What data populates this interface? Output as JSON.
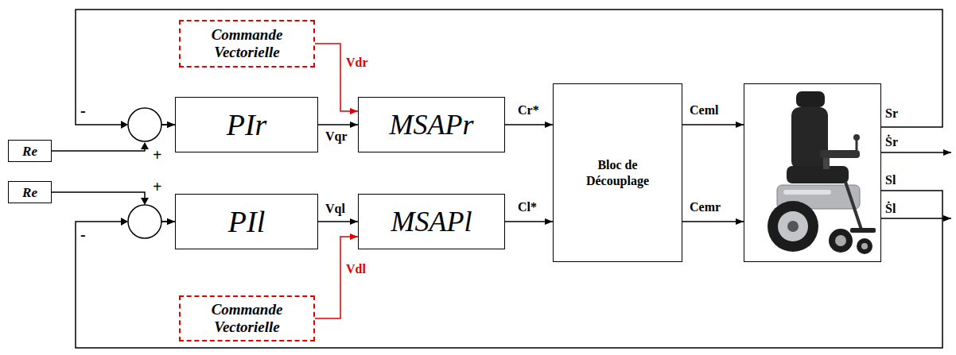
{
  "diagram": {
    "nodes": [
      {
        "text": [
          "Commande Vectorielle"
        ]
      },
      {
        "text": [
          "Re"
        ]
      },
      {
        "text": [
          "PIr"
        ]
      },
      {
        "text": [
          "MSAPr"
        ]
      },
      {
        "text": [
          "Bloc de Découplage"
        ]
      },
      {
        "text": [
          "Sr",
          "Ṡr",
          "Sl",
          "Ṡl"
        ]
      },
      {
        "text": [
          "Re"
        ]
      },
      {
        "text": [
          "PIl"
        ]
      },
      {
        "text": [
          "MSAPl"
        ]
      },
      {
        "text": [
          "Commande Vectorielle"
        ]
      }
    ],
    "edges": [
      {
        "from": 1,
        "to": 2,
        "arrow": "to"
      },
      {
        "from": 5,
        "to": 2,
        "arrow": "to"
      },
      {
        "from": 2,
        "to": 3,
        "arrow": "to",
        "label": "Vqr"
      },
      {
        "from": 0,
        "to": 3,
        "arrow": "to",
        "label": "Vdr"
      },
      {
        "from": 3,
        "to": 4,
        "arrow": "to",
        "label": "Cr*"
      },
      {
        "from": 4,
        "to": 5,
        "arrow": "to",
        "label": "Ceml"
      },
      {
        "from": 6,
        "to": 7,
        "arrow": "to"
      },
      {
        "from": 5,
        "to": 7,
        "arrow": "to"
      },
      {
        "from": 7,
        "to": 8,
        "arrow": "to",
        "label": "Vql"
      },
      {
        "from": 9,
        "to": 8,
        "arrow": "to",
        "label": "Vdl"
      },
      {
        "from": 8,
        "to": 4,
        "arrow": "to",
        "label": "Cl*"
      },
      {
        "from": 4,
        "to": 5,
        "arrow": "to",
        "label": "Cemr"
      }
    ],
    "labels": [
      "-",
      "+",
      "+",
      "-"
    ]
  }
}
